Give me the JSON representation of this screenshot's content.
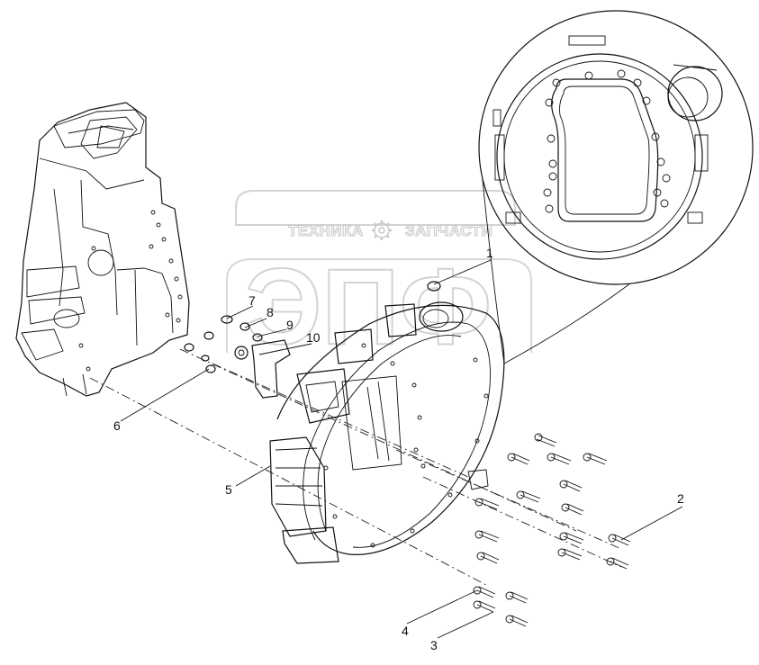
{
  "watermark": {
    "left_word": "ТЕХНИКА",
    "right_word": "ЗАПЧАСТИ",
    "big_letters": "ЭПФ"
  },
  "callouts": [
    {
      "id": "1",
      "label": "1"
    },
    {
      "id": "2",
      "label": "2"
    },
    {
      "id": "3",
      "label": "3"
    },
    {
      "id": "4",
      "label": "4"
    },
    {
      "id": "5",
      "label": "5"
    },
    {
      "id": "6",
      "label": "6"
    },
    {
      "id": "7",
      "label": "7"
    },
    {
      "id": "8",
      "label": "8"
    },
    {
      "id": "9",
      "label": "9"
    },
    {
      "id": "10",
      "label": "10"
    }
  ],
  "colors": {
    "line": "#111111",
    "watermark": "#c8c8c8",
    "background": "#ffffff"
  },
  "icons": {
    "watermark_gear": "gear-icon"
  }
}
